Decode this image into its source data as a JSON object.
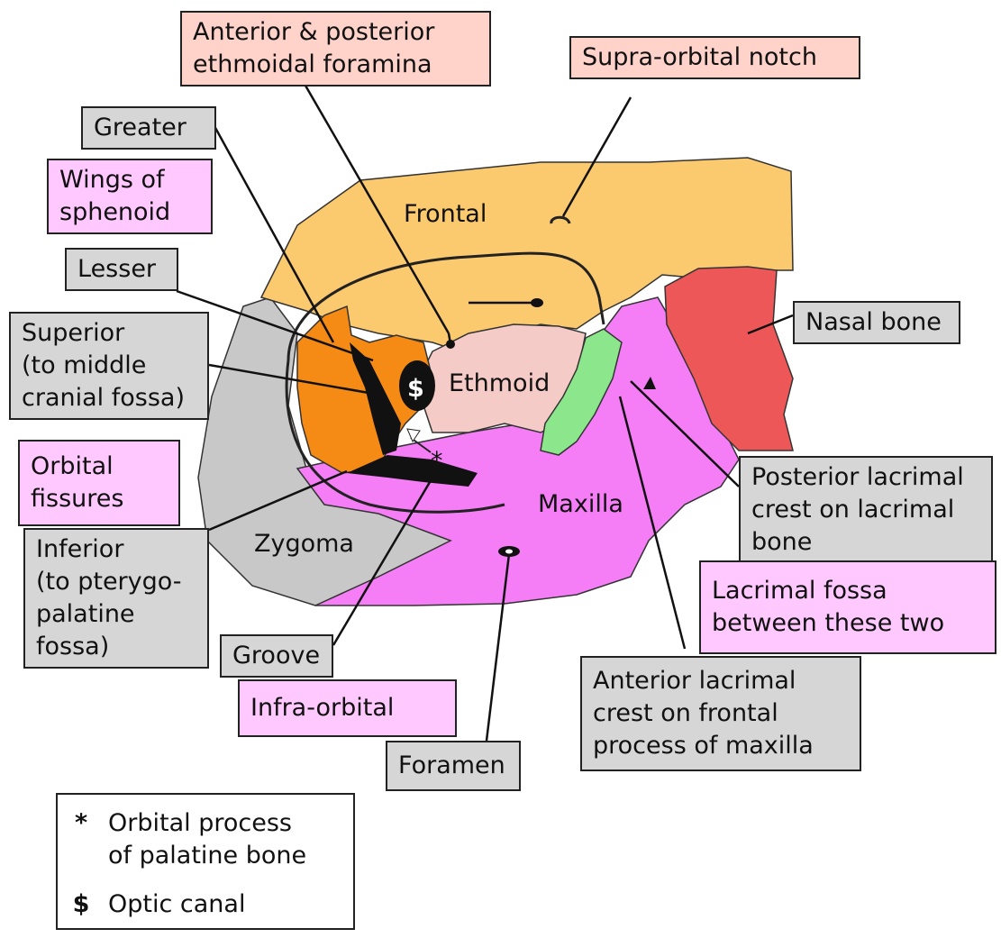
{
  "labels": {
    "ethmoidal_foramina": [
      "Anterior & posterior",
      "ethmoidal foramina"
    ],
    "supraorbital": "Supra-orbital notch",
    "greater": "Greater",
    "wings": [
      "Wings of",
      "sphenoid"
    ],
    "lesser": "Lesser",
    "superior": [
      "Superior",
      "(to middle",
      "cranial fossa)"
    ],
    "orbital_fissures": [
      "Orbital",
      "fissures"
    ],
    "inferior": [
      "Inferior",
      "(to pterygo-",
      "palatine",
      "fossa)"
    ],
    "groove": "Groove",
    "infraorbital": "Infra-orbital",
    "foramen": "Foramen",
    "nasal": "Nasal bone",
    "posterior_lacrimal": [
      "Posterior lacrimal",
      "crest on lacrimal",
      "bone"
    ],
    "lacrimal_fossa": [
      "Lacrimal fossa",
      "between these two"
    ],
    "anterior_lacrimal": [
      "Anterior lacrimal",
      "crest on frontal",
      "process of maxilla"
    ]
  },
  "bones": {
    "frontal": "Frontal",
    "ethmoid": "Ethmoid",
    "maxilla": "Maxilla",
    "zygoma": "Zygoma",
    "optic_symbol": "$",
    "palatine_symbol": "*"
  },
  "legend": {
    "items": [
      {
        "symbol": "*",
        "text": [
          "Orbital process",
          "of palatine bone"
        ]
      },
      {
        "symbol": "$",
        "text": [
          "Optic canal"
        ]
      }
    ]
  },
  "colors": {
    "frontal": "#fbc96e",
    "sphenoid": "#f58a14",
    "ethmoid": "#f5cbc7",
    "maxilla": "#f57ef7",
    "zygoma": "#c8c8c8",
    "nasal": "#ee5757",
    "lacrimal": "#8ce68c",
    "label_gray": "#d6d6d6",
    "label_salmon": "#ffd2ca",
    "label_pink": "#ffc8ff"
  }
}
